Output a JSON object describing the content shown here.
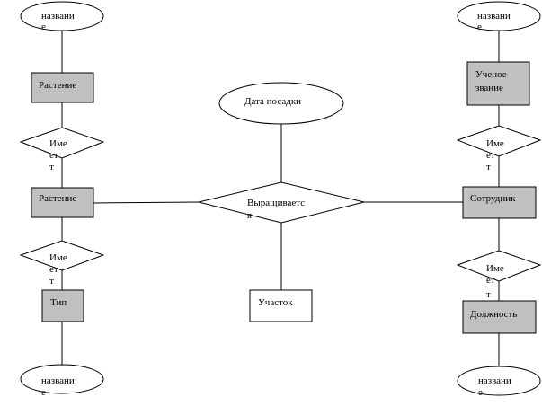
{
  "diagram": {
    "left": {
      "top_attr": [
        "названи",
        "е"
      ],
      "entity_top": "Растение",
      "rel_top": [
        "Име",
        "ет",
        "т"
      ],
      "entity_mid": "Растение",
      "rel_bottom": [
        "Име",
        "ет",
        "т"
      ],
      "entity_bottom": "Тип",
      "bottom_attr": [
        "названи",
        "е"
      ]
    },
    "center": {
      "attr": "Дата посадки",
      "rel": [
        "Выращиваетс",
        "я"
      ],
      "entity": "Участок"
    },
    "right": {
      "top_attr": [
        "названи",
        "е"
      ],
      "entity_top": [
        "Ученое",
        "звание"
      ],
      "rel_top": [
        "Име",
        "ет",
        "т"
      ],
      "entity_mid": "Сотрудник",
      "rel_bottom": [
        "Име",
        "ет",
        "т"
      ],
      "entity_bottom": "Должность",
      "bottom_attr": [
        "названи",
        "е"
      ]
    }
  }
}
